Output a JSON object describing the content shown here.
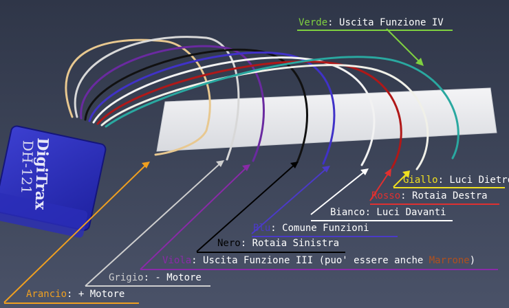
{
  "colors": {
    "background": "#3a4358",
    "verde": "#7fd040",
    "giallo": "#f0e020",
    "rosso": "#e03030",
    "bianco": "#ffffff",
    "blu": "#4b3ac8",
    "nero": "#000000",
    "viola": "#8a2aa8",
    "grigio": "#cfcfcf",
    "arancio": "#f0a020",
    "marrone": "#b0501e"
  },
  "decoder": {
    "logo": "DigiTrax",
    "model": "DH-121"
  },
  "labels": {
    "verde": {
      "name": "Verde",
      "desc": ": Uscita Funzione IV"
    },
    "giallo": {
      "name": "Giallo",
      "desc": ": Luci Dietro"
    },
    "rosso": {
      "name": "Rosso",
      "desc": ": Rotaia Destra"
    },
    "bianco": {
      "name": "Bianco",
      "desc": ": Luci Davanti"
    },
    "blu": {
      "name": "Blu",
      "desc": ": Comune Funzioni"
    },
    "nero": {
      "name": "Nero",
      "desc": ": Rotaia Sinistra"
    },
    "viola": {
      "name": "Viola",
      "desc": ": Uscita Funzione III (puo' essere anche ",
      "alt": "Marrone",
      "close": ")"
    },
    "grigio": {
      "name": "Grigio",
      "desc": ": - Motore"
    },
    "arancio": {
      "name": "Arancio",
      "desc": ": + Motore"
    }
  }
}
